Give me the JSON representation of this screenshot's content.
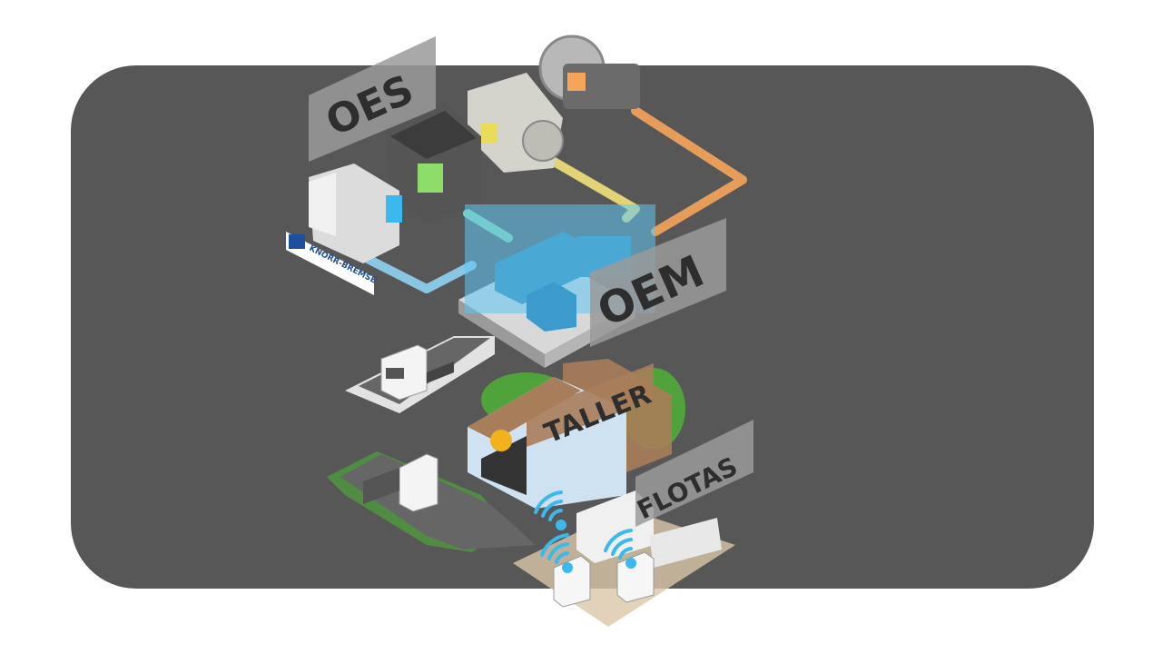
{
  "labels": {
    "oes": "OES",
    "oem": "OEM",
    "taller": "TALLER",
    "flotas": "FLOTAS"
  },
  "logo": {
    "brand": "KNORR-BREMSE"
  },
  "colors": {
    "background_panel": "#575757",
    "line_blue": "#8fd3f4",
    "line_green": "#8ee0b0",
    "line_yellow": "#f2e27a",
    "line_orange": "#f5a55a",
    "wifi": "#3bb8ec",
    "workshop_roof": "#a87d5a",
    "tree": "#4fa33a"
  }
}
